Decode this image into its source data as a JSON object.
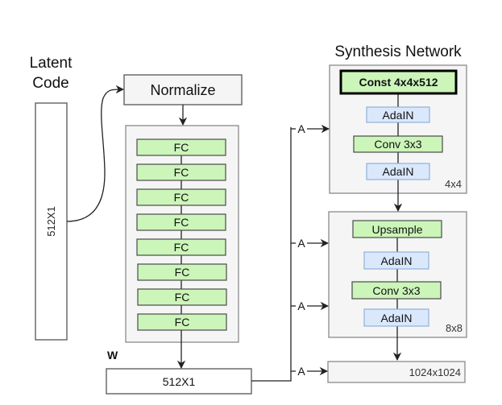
{
  "colors": {
    "green_fill": "#ccf5b9",
    "green_stroke": "#4a4a4a",
    "blue_fill": "#dae8fc",
    "blue_stroke": "#8fb0dd",
    "container_fill": "#f5f5f5",
    "container_stroke": "#8a8a8a",
    "line": "#222222"
  },
  "mapping": {
    "latent_title_line1": "Latent",
    "latent_title_line2": "Code",
    "latent_vector_label": "512X1",
    "normalize_label": "Normalize",
    "fc_layers": [
      "FC",
      "FC",
      "FC",
      "FC",
      "FC",
      "FC",
      "FC",
      "FC"
    ],
    "w_label": "W",
    "w_vector_label": "512X1"
  },
  "synthesis": {
    "title": "Synthesis Network",
    "style_label": "A",
    "block_4x4": {
      "const_label": "Const 4x4x512",
      "layers": [
        "AdaIN",
        "Conv 3x3",
        "AdaIN"
      ],
      "resolution": "4x4"
    },
    "block_8x8": {
      "layers": [
        "Upsample",
        "AdaIN",
        "Conv 3x3",
        "AdaIN"
      ],
      "resolution": "8x8"
    },
    "final_block": {
      "resolution": "1024x1024"
    }
  }
}
